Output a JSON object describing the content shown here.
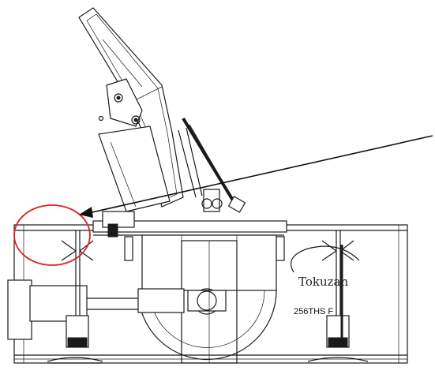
{
  "diagram": {
    "brand_logo_text": "Tokuzan",
    "model_label": "256THS F",
    "highlight": {
      "shape": "ellipse",
      "color": "#e0201e"
    },
    "pointer_arrow": {
      "color": "#111111"
    },
    "line_color": "#1a1a1a"
  }
}
